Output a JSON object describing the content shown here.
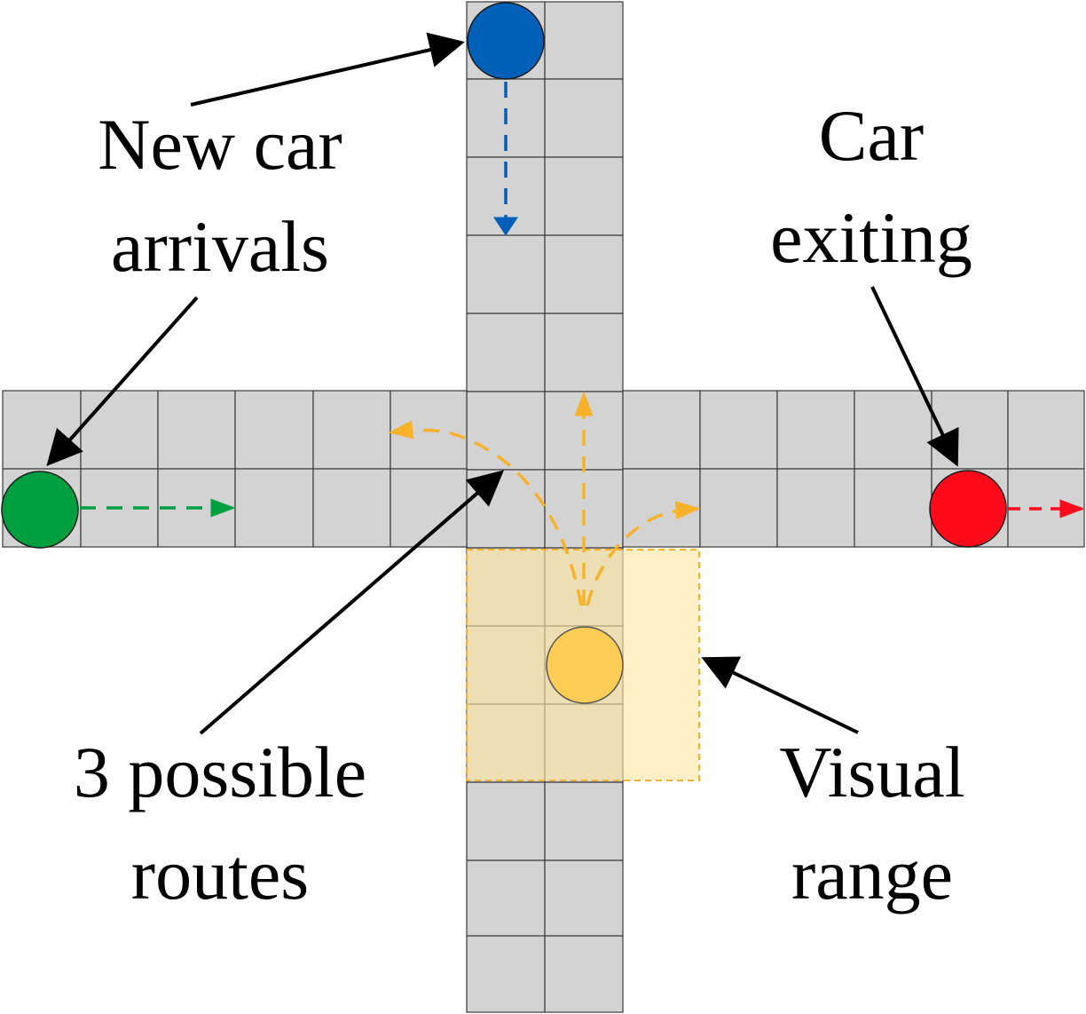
{
  "labels": {
    "new_car_line1": "New car",
    "new_car_line2": "arrivals",
    "car_exit_line1": "Car",
    "car_exit_line2": "exiting",
    "routes_line1": "3 possible",
    "routes_line2": "routes",
    "visual_line1": "Visual",
    "visual_line2": "range"
  },
  "colors": {
    "road_cell": "#d3d3d3",
    "blue_car": "#0060b8",
    "green_car": "#00a040",
    "red_car": "#ff0a1a",
    "yellow_car": "#ffcc55",
    "route_orange": "#f7b22a",
    "visual_range_fill": "#ffe9a8"
  },
  "cars": [
    {
      "name": "blue-car",
      "color": "blue_car",
      "role": "new arrival (north)"
    },
    {
      "name": "green-car",
      "color": "green_car",
      "role": "new arrival (west)"
    },
    {
      "name": "red-car",
      "color": "red_car",
      "role": "exiting (east)"
    },
    {
      "name": "yellow-car",
      "color": "yellow_car",
      "role": "agent at intersection"
    }
  ]
}
